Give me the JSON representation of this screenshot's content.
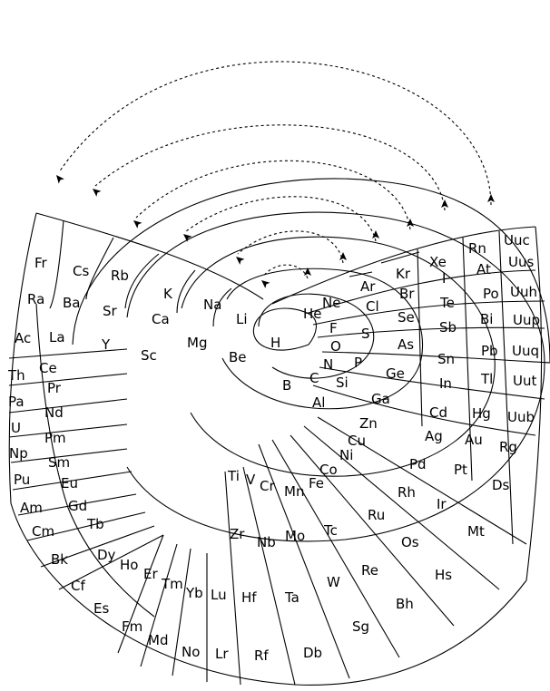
{
  "diagram": {
    "line_color": "#000000",
    "background": "#ffffff",
    "elements": [
      "H",
      "He",
      "Li",
      "Be",
      "B",
      "C",
      "N",
      "O",
      "F",
      "Ne",
      "Na",
      "Mg",
      "Al",
      "Si",
      "P",
      "S",
      "Cl",
      "Ar",
      "K",
      "Ca",
      "Sc",
      "Ti",
      "V",
      "Cr",
      "Mn",
      "Fe",
      "Co",
      "Ni",
      "Cu",
      "Zn",
      "Ga",
      "Ge",
      "As",
      "Se",
      "Br",
      "Kr",
      "Rb",
      "Sr",
      "Y",
      "Zr",
      "Nb",
      "Mo",
      "Tc",
      "Ru",
      "Rh",
      "Pd",
      "Ag",
      "Cd",
      "In",
      "Sn",
      "Sb",
      "Te",
      "I",
      "Xe",
      "Cs",
      "Ba",
      "La",
      "Ce",
      "Pr",
      "Nd",
      "Pm",
      "Sm",
      "Eu",
      "Gd",
      "Tb",
      "Dy",
      "Ho",
      "Er",
      "Tm",
      "Yb",
      "Lu",
      "Hf",
      "Ta",
      "W",
      "Re",
      "Os",
      "Ir",
      "Pt",
      "Au",
      "Hg",
      "Tl",
      "Pb",
      "Bi",
      "Po",
      "At",
      "Rn",
      "Fr",
      "Ra",
      "Ac",
      "Th",
      "Pa",
      "U",
      "Np",
      "Pu",
      "Am",
      "Cm",
      "Bk",
      "Cf",
      "Es",
      "Fm",
      "Md",
      "No",
      "Lr",
      "Rf",
      "Db",
      "Sg",
      "Bh",
      "Hs",
      "Mt",
      "Ds",
      "Rg",
      "Uub",
      "Uut",
      "Uuq",
      "Uup",
      "Uuh",
      "Uus",
      "Uuc"
    ]
  }
}
